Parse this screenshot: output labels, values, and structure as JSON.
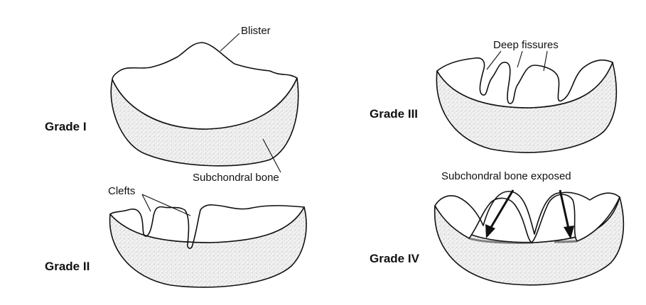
{
  "grades": {
    "grade1": "Grade I",
    "grade2": "Grade II",
    "grade3": "Grade III",
    "grade4": "Grade IV"
  },
  "callouts": {
    "blister": "Blister",
    "subchondral_bone": "Subchondral bone",
    "clefts": "Clefts",
    "deep_fissures": "Deep fissures",
    "subchondral_bone_exposed": "Subchondral bone exposed"
  }
}
